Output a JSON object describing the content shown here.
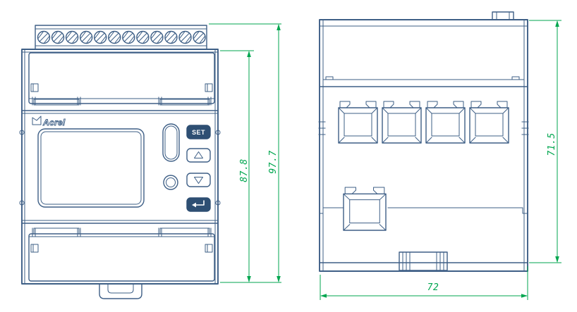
{
  "drawing_title": "meter-dimension-drawing",
  "brand": "Acrel",
  "front_view": {
    "terminal_count": 12,
    "set_button_label": "SET",
    "button_icons": [
      "set-button",
      "triangle-up-icon",
      "triangle-down-icon",
      "enter-arrow-icon"
    ],
    "dim_body_height": "87.8",
    "dim_overall_height": "97.7"
  },
  "side_view": {
    "terminal_socket_count": 4,
    "dim_height": "71.5",
    "dim_width": "72"
  },
  "colors": {
    "outline": "#3e5f86",
    "button_fill": "#2e4f73",
    "dimension_green": "#00a64f",
    "background": "#ffffff"
  }
}
